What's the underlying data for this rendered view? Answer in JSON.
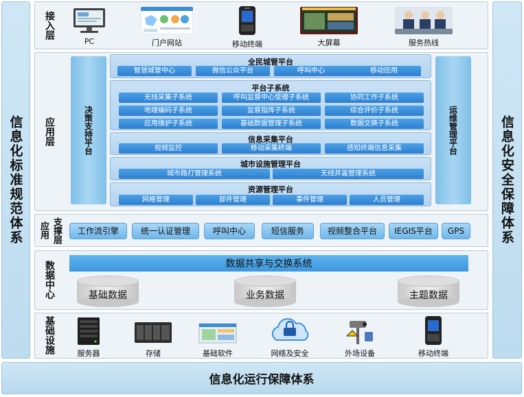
{
  "left_column": "信息化标准规范体系",
  "right_column": "信息化安全保障体系",
  "bottom_bar": "信息化运行保障体系",
  "access_layer": {
    "label": "接入层",
    "channels": [
      "PC",
      "门户网站",
      "移动终端",
      "大屏幕",
      "服务热线"
    ]
  },
  "app_layer": {
    "label": "应用层",
    "left_platform": "决策支持平台",
    "right_platform": "运维管理平台",
    "citizen": {
      "title": "全民城管平台",
      "items": [
        "智慧城管中心",
        "微信公众平台",
        "呼叫中心",
        "移动应用"
      ]
    },
    "platform_sub": {
      "title": "平台子系统",
      "items": [
        "无线采集子系统",
        "呼叫监督中心受理子系统",
        "协同工作子系统",
        "地理编码子系统",
        "监督指挥子系统",
        "综合评价子系统",
        "应用维护子系统",
        "基础数据管理子系统",
        "数据交换子系统"
      ]
    },
    "info_collect": {
      "title": "信息采集平台",
      "items": [
        "视频监控",
        "移动采集终端",
        "感知终端信息采集"
      ]
    },
    "facility": {
      "title": "城市设施管理平台",
      "items": [
        "城市路灯管理系统",
        "无线井盖管理系统"
      ]
    },
    "resource": {
      "title": "资源管理平台",
      "items": [
        "网格管理",
        "部件管理",
        "事件管理",
        "人员管理"
      ]
    }
  },
  "support_layer": {
    "label_a": "应用",
    "label_b": "支撑层",
    "items": [
      "工作流引擎",
      "统一认证管理",
      "呼叫中心",
      "短信服务",
      "视频整合平台",
      "IEGIS平台",
      "GPS"
    ]
  },
  "data_center": {
    "label": "数据中心",
    "exchange": "数据共享与交换系统",
    "stores": [
      "基础数据",
      "业务数据",
      "主题数据"
    ]
  },
  "infra_layer": {
    "label": "基础设施",
    "items": [
      "服务器",
      "存储",
      "基础软件",
      "网络及安全",
      "外场设备",
      "移动终端"
    ]
  },
  "colors": {
    "side": "#cfe7f5",
    "pill": "#3a8ee0",
    "panel": "#c2dcf3"
  }
}
